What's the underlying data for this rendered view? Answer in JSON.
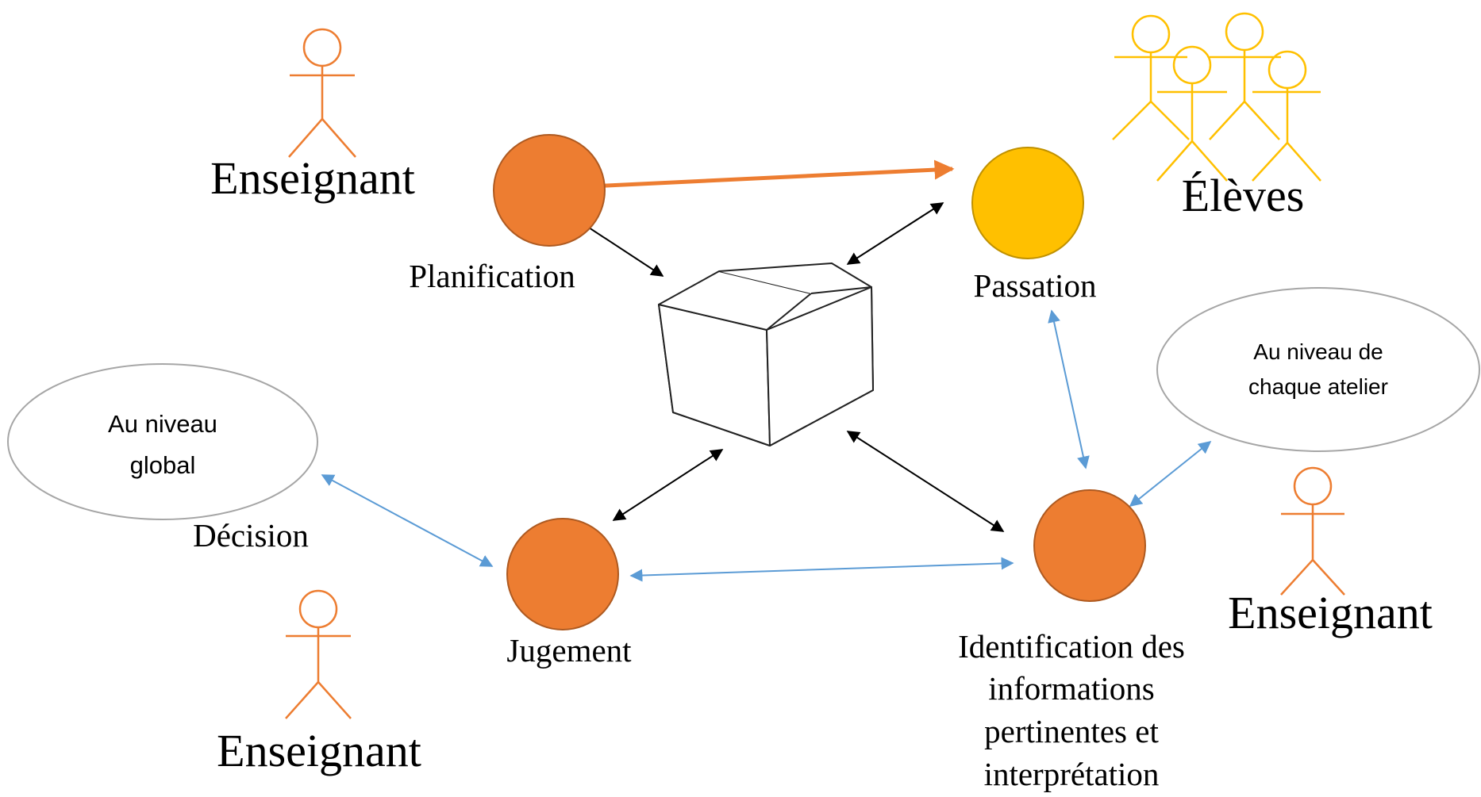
{
  "colors": {
    "orange": "#ED7D31",
    "orange_stroke": "#AE5A21",
    "gold": "#FFC000",
    "gold_stroke": "#C09100",
    "blue_arrow": "#5B9BD5",
    "black_arrow": "#000000",
    "ellipse_stroke": "#A6A6A6",
    "actor_orange": "#ED7D31",
    "actor_gold": "#FFC000"
  },
  "nodes": {
    "planification": {
      "label": "Planification",
      "color": "#ED7D31"
    },
    "passation": {
      "label": "Passation",
      "color": "#FFC000"
    },
    "jugement": {
      "label": "Jugement",
      "color": "#ED7D31"
    },
    "identification": {
      "label_line1": "Identification des",
      "label_line2": "informations",
      "label_line3": "pertinentes et",
      "label_line4": "interprétation",
      "color": "#ED7D31"
    }
  },
  "actors": {
    "teacher_top_left": "Enseignant",
    "students_top_right": "Élèves",
    "teacher_bottom_left": "Enseignant",
    "teacher_right": "Enseignant"
  },
  "callouts": {
    "global": {
      "line1": "Au niveau",
      "line2": "global"
    },
    "atelier": {
      "line1": "Au niveau de",
      "line2": "chaque atelier"
    },
    "decision": "Décision"
  },
  "icons": {
    "center_box": "open-box-icon",
    "actor": "stick-figure-icon"
  }
}
